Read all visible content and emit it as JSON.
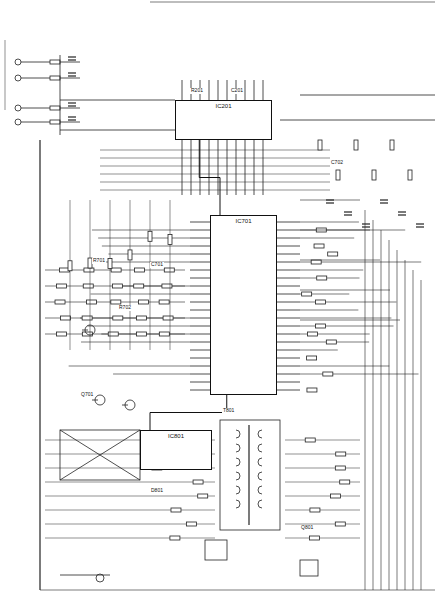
{
  "diagram": {
    "nodes": [
      {
        "text": [
          "IC201"
        ]
      },
      {
        "text": [
          "IC701"
        ]
      },
      {
        "text": [
          "IC801"
        ]
      }
    ],
    "edges": [
      {
        "from": 0,
        "to": 1,
        "arrow": "none"
      },
      {
        "from": 1,
        "to": 2,
        "arrow": "none"
      }
    ],
    "labels": [
      "R701",
      "C701",
      "Q701",
      "R702",
      "C702",
      "T801",
      "D801",
      "Q801",
      "R201",
      "C201"
    ]
  }
}
